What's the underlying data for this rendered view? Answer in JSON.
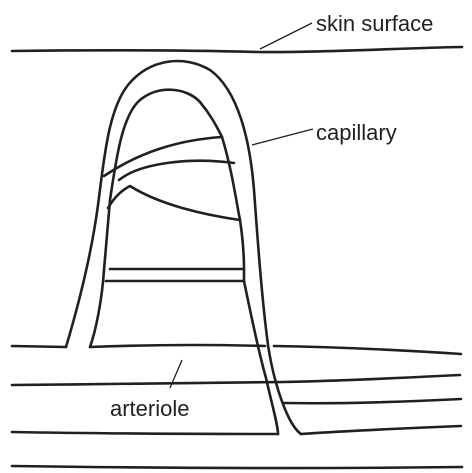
{
  "labels": {
    "skin_surface": "skin surface",
    "capillary": "capillary",
    "arteriole": "arteriole"
  },
  "colors": {
    "line": "#231f20",
    "text": "#231f20",
    "background": "#ffffff"
  }
}
